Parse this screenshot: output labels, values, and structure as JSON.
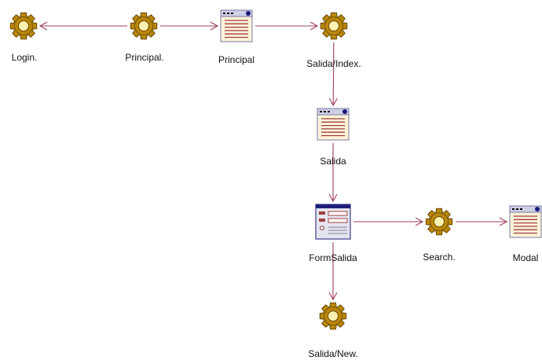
{
  "diagram": {
    "nodes": [
      {
        "id": "login",
        "kind": "gear",
        "label": "Login."
      },
      {
        "id": "principal_ctrl",
        "kind": "gear",
        "label": "Principal."
      },
      {
        "id": "principal_page",
        "kind": "page",
        "label": "Principal"
      },
      {
        "id": "salida_index",
        "kind": "gear",
        "label": "Salida/Index."
      },
      {
        "id": "salida_page",
        "kind": "page",
        "label": "Salida"
      },
      {
        "id": "form_salida",
        "kind": "form",
        "label": "FormSalida"
      },
      {
        "id": "search",
        "kind": "gear",
        "label": "Search."
      },
      {
        "id": "modal",
        "kind": "page",
        "label": "Modal"
      },
      {
        "id": "salida_new",
        "kind": "gear",
        "label": "Salida/New."
      }
    ],
    "edges": [
      {
        "from": "principal_ctrl",
        "to": "login"
      },
      {
        "from": "principal_ctrl",
        "to": "principal_page"
      },
      {
        "from": "principal_page",
        "to": "salida_index"
      },
      {
        "from": "salida_index",
        "to": "salida_page"
      },
      {
        "from": "salida_page",
        "to": "form_salida"
      },
      {
        "from": "form_salida",
        "to": "search"
      },
      {
        "from": "search",
        "to": "modal"
      },
      {
        "from": "form_salida",
        "to": "salida_new"
      }
    ],
    "colors": {
      "connector": "#a0405a",
      "gear_body": "#b8860b",
      "gear_outline": "#6b4a00",
      "gear_hub": "#fff1b0",
      "page_fill": "#fdf2d8",
      "page_lines": "#a04040",
      "page_titlebar": "#cfcfe8",
      "page_outline": "#7a7aa0",
      "form_fill": "#e4e4ee"
    }
  }
}
